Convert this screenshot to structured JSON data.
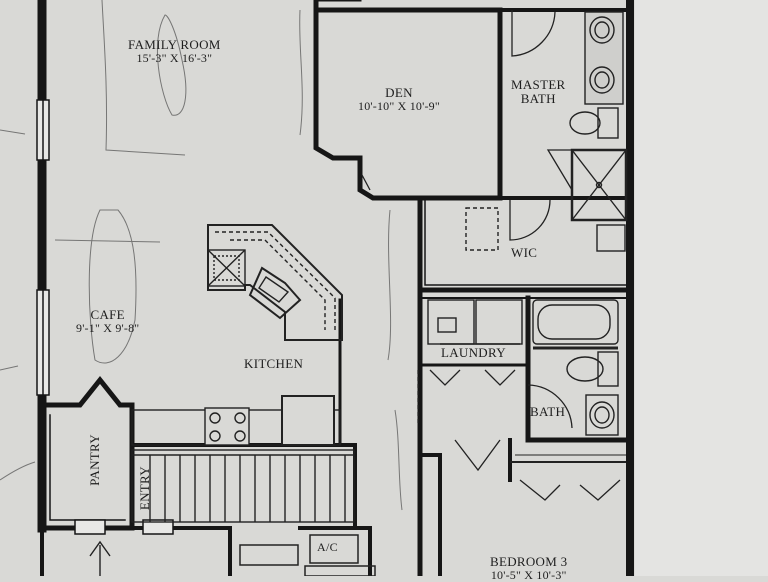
{
  "rooms": {
    "family_room": {
      "name": "FAMILY ROOM",
      "dims": "15'-3\" X 16'-3\""
    },
    "den": {
      "name": "DEN",
      "dims": "10'-10\" X 10'-9\""
    },
    "master_bath": {
      "name_line1": "MASTER",
      "name_line2": "BATH"
    },
    "wic": {
      "name": "WIC"
    },
    "cafe": {
      "name": "CAFE",
      "dims": "9'-1\" X 9'-8\""
    },
    "kitchen": {
      "name": "KITCHEN"
    },
    "laundry": {
      "name": "LAUNDRY"
    },
    "bath": {
      "name": "BATH"
    },
    "pantry": {
      "name": "PANTRY"
    },
    "entry": {
      "name": "ENTRY"
    },
    "ac": {
      "name": "A/C"
    },
    "bedroom3": {
      "name": "BEDROOM 3",
      "dims": "10'-5\" X 10'-3\""
    }
  },
  "colors": {
    "paper": "#d9d9d6",
    "wall": "#161616",
    "line": "#2a2a2a",
    "pencil": "#555555"
  }
}
